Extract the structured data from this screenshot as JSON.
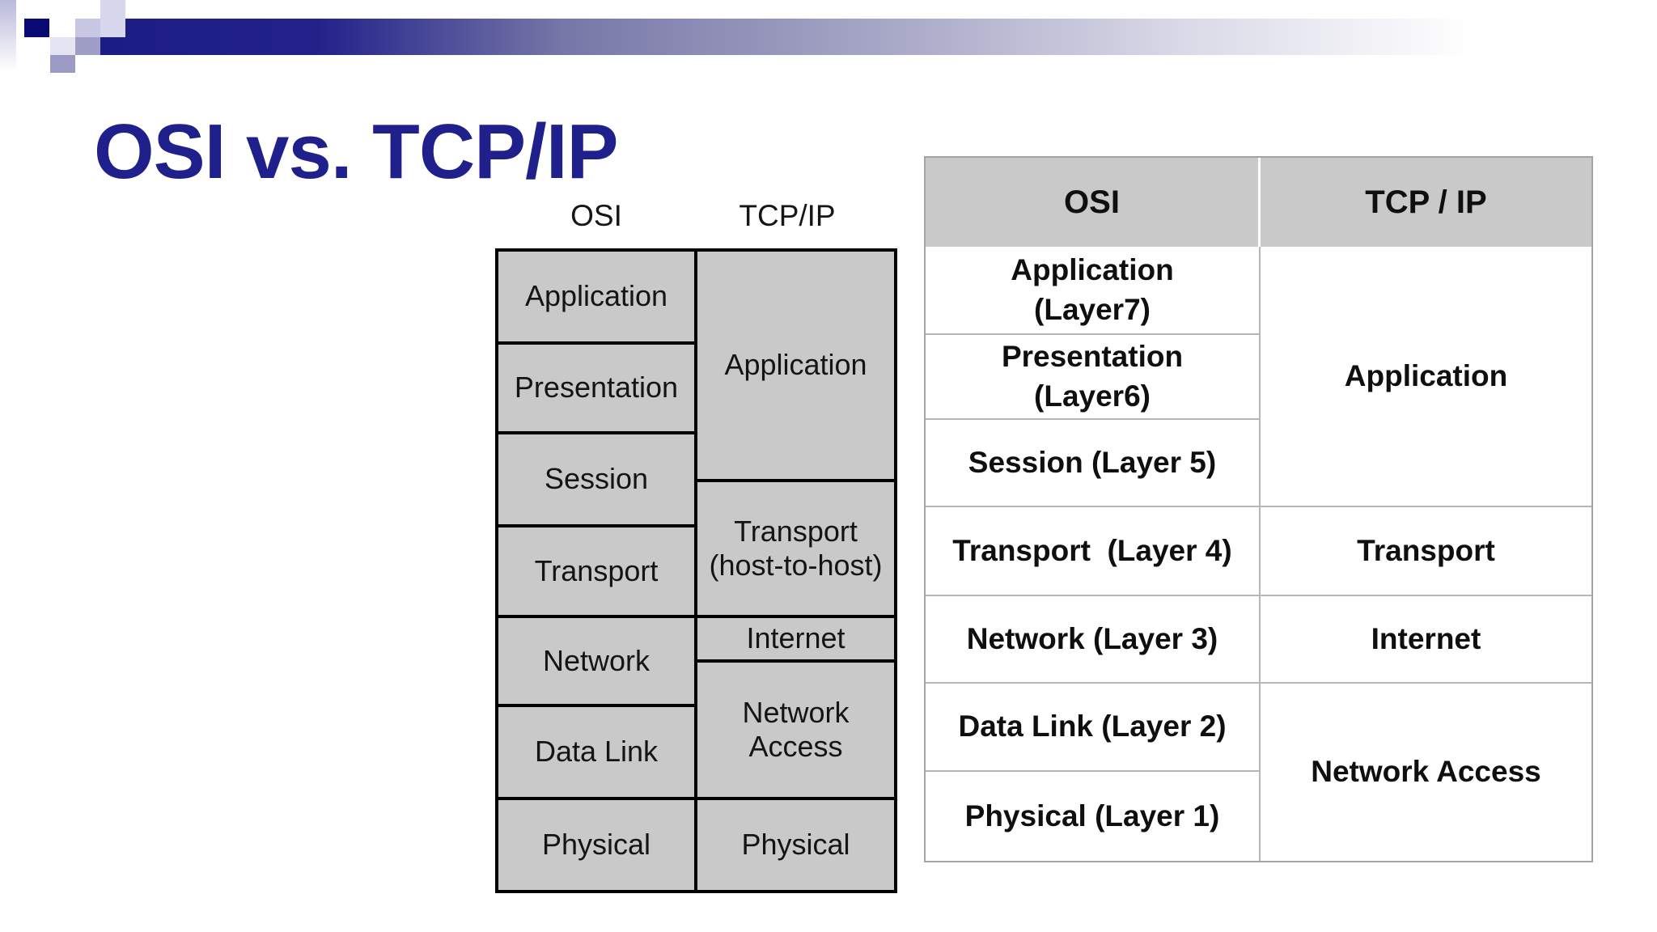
{
  "slide": {
    "title": "OSI vs. TCP/IP"
  },
  "diagram": {
    "osi_header": "OSI",
    "tcpip_header": "TCP/IP",
    "osi_layers": [
      "Application",
      "Presentation",
      "Session",
      "Transport",
      "Network",
      "Data Link",
      "Physical"
    ],
    "tcpip_layers": [
      {
        "line1": "Application"
      },
      {
        "line1": "Transport",
        "line2": "(host-to-host)"
      },
      {
        "line1": "Internet"
      },
      {
        "line1": "Network",
        "line2": "Access"
      },
      {
        "line1": "Physical"
      }
    ]
  },
  "table": {
    "header_osi": "OSI",
    "header_tcpip": "TCP / IP",
    "osi_rows": [
      {
        "line1": "Application",
        "line2": "(Layer7)"
      },
      {
        "line1": "Presentation",
        "line2": "(Layer6)"
      },
      {
        "line1": "Session (Layer 5)"
      },
      {
        "line1": "Transport  (Layer 4)"
      },
      {
        "line1": "Network (Layer 3)"
      },
      {
        "line1": "Data Link (Layer 2)"
      },
      {
        "line1": "Physical (Layer 1)"
      }
    ],
    "tcpip_cells": [
      "Application",
      "Transport",
      "Internet",
      "Network Access"
    ]
  },
  "colors": {
    "title_navy": "#20208c",
    "bar_navy": "#1c1c85",
    "deco_square_navy": "#0a0a75",
    "layer_box_fill": "#c9c9c9",
    "layer_box_border": "#000000",
    "table_header_fill": "#c9c9c9",
    "table_line_gray": "#b6b6b6",
    "text_black": "#111111"
  }
}
